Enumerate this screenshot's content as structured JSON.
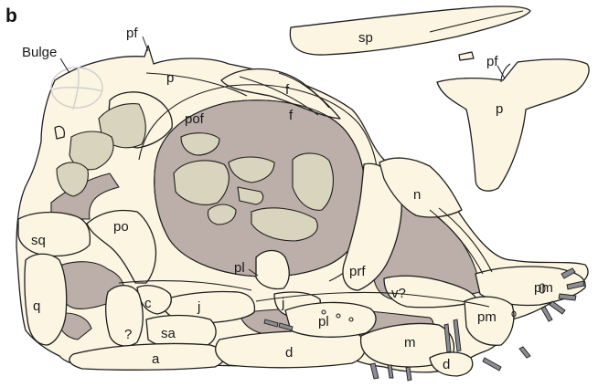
{
  "panel_label": "b",
  "annotation_bulge": "Bulge",
  "labels": {
    "pf_skull": "pf",
    "p_skull": "p",
    "sp": "sp",
    "pf_detached": "pf",
    "p_detached": "p",
    "pof": "pof",
    "f_upper": "f",
    "f_lower": "f",
    "n": "n",
    "po": "po",
    "sq": "sq",
    "pl_orbit": "pl",
    "prf": "prf",
    "q": "q",
    "c": "c",
    "unknown": "?",
    "sa": "sa",
    "j_left": "j",
    "j_right": "j",
    "pl_lower": "pl",
    "v_query": "v?",
    "pm_upper": "pm",
    "pm_lower": "pm",
    "a": "a",
    "d_left": "d",
    "m": "m",
    "d_right": "d"
  },
  "colors": {
    "bone": "#fbf5e2",
    "matrix": "#bcaea8",
    "fragment": "#d8d4bd",
    "tooth": "#8d8c92"
  }
}
